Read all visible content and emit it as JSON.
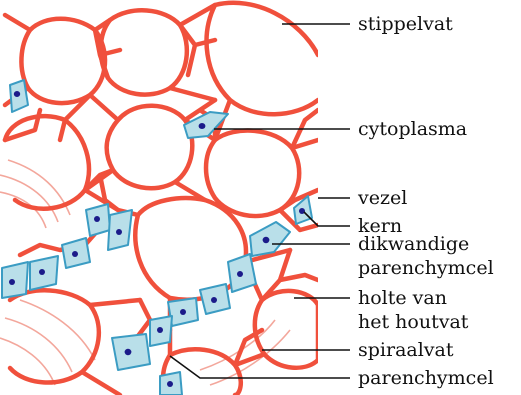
{
  "colors": {
    "cell_wall": "#f0503c",
    "cell_fill": "#b9dfe9",
    "cell_outline": "#3b9cc3",
    "nucleus": "#1b1b8a",
    "background": "#ffffff",
    "label_text": "#111111",
    "fibril": "#f3a79c"
  },
  "labels": {
    "stippelvat": "stippelvat",
    "cytoplasma": "cytoplasma",
    "vezel": "vezel",
    "kern": "kern",
    "dikwandige_line1": "dikwandige",
    "dikwandige_line2": "parenchymcel",
    "holte_line1": "holte van",
    "holte_line2": "het houtvat",
    "spiraalvat": "spiraalvat",
    "parenchymcel": "parenchymcel"
  }
}
